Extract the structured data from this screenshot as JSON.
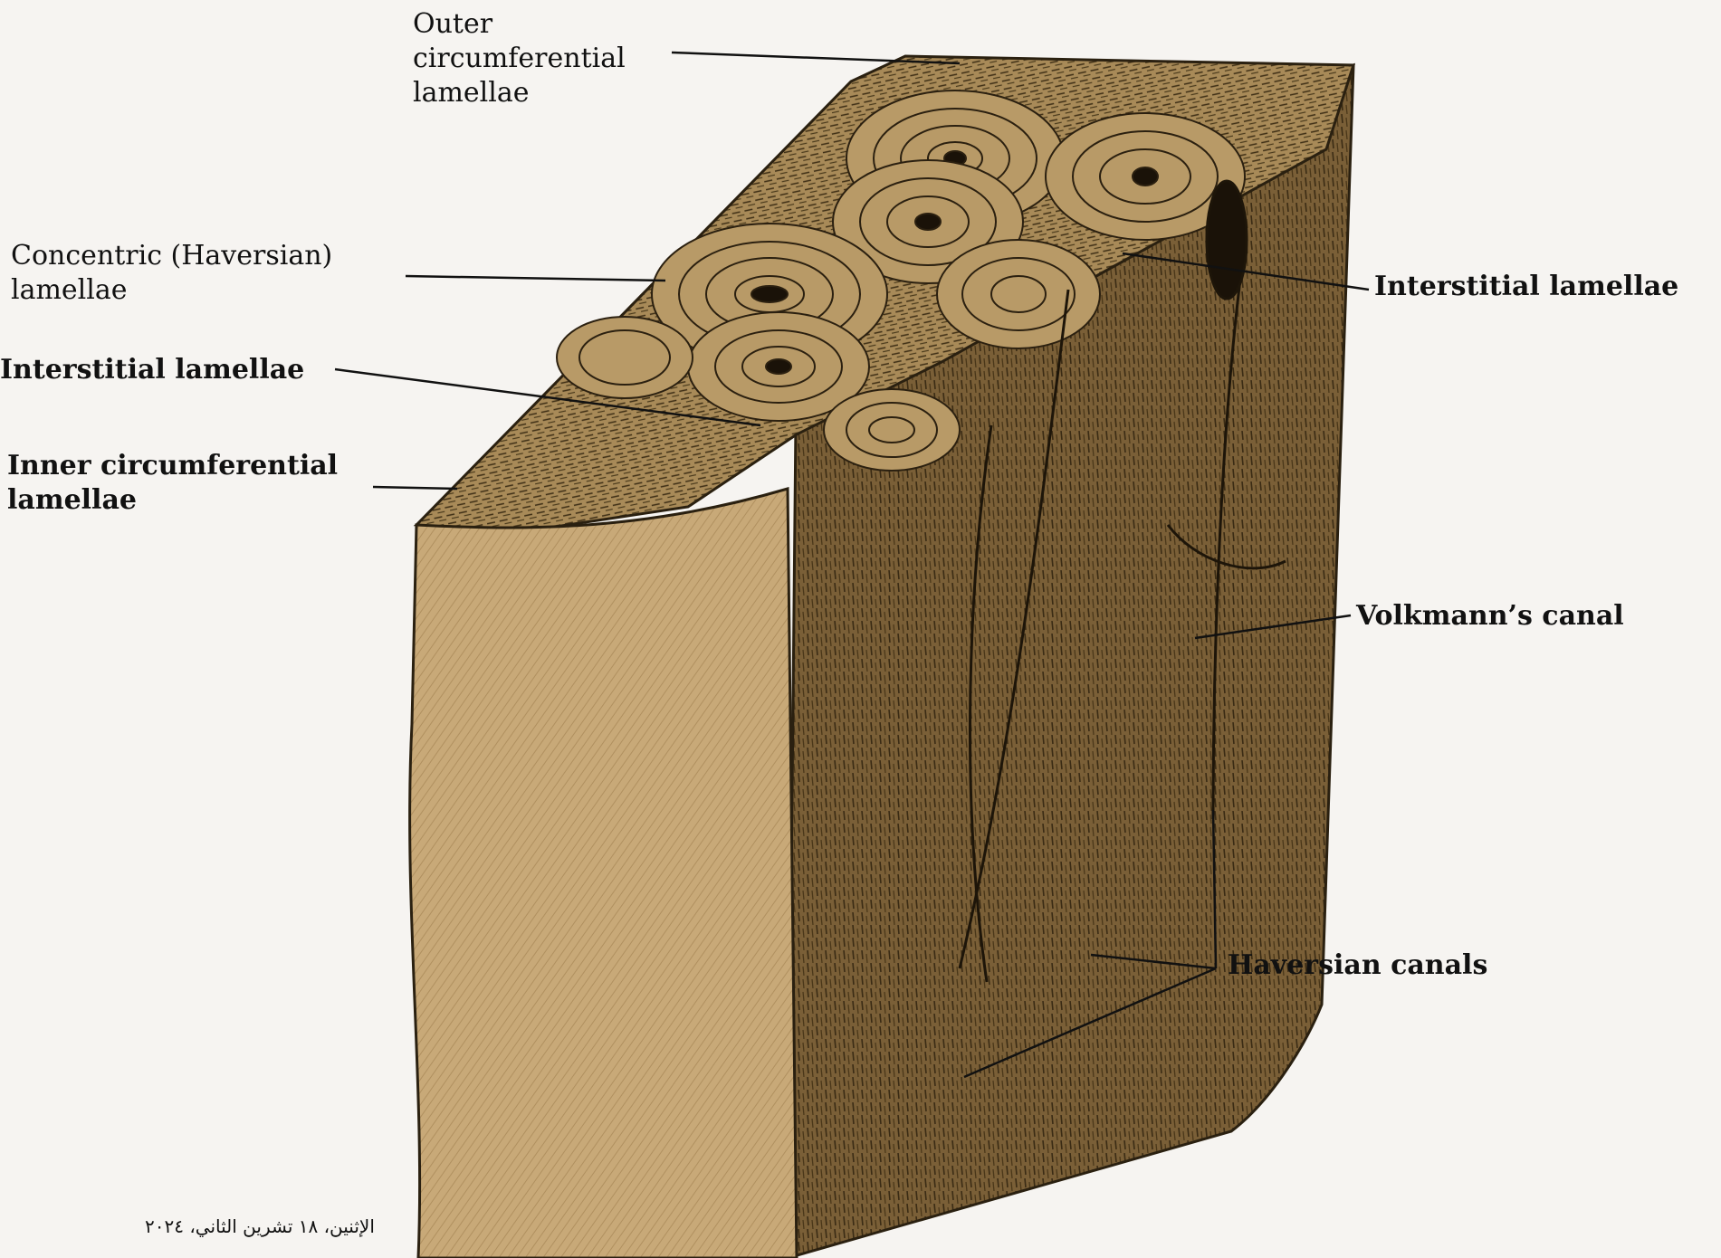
{
  "labels": {
    "outer_circumferential": "Outer\ncircumferential\nlamellae",
    "concentric_haversian": "Concentric (Haversian)\nlamellae",
    "interstitial_left": "Interstitial lamellae",
    "inner_circumferential": "Inner circumferential\nlamellae",
    "interstitial_right": "Interstitial lamellae",
    "volkmanns_canal": "Volkmann’s canal",
    "haversian_canals": "Haversian canals"
  },
  "footer": {
    "date": "الإثنين، ١٨ تشرين الثاني، ٢٠٢٤"
  },
  "colors": {
    "bone_front": "#c4a576",
    "bone_top": "#b99a68",
    "bone_side": "#7d6238",
    "line_dark": "#2a2010"
  }
}
